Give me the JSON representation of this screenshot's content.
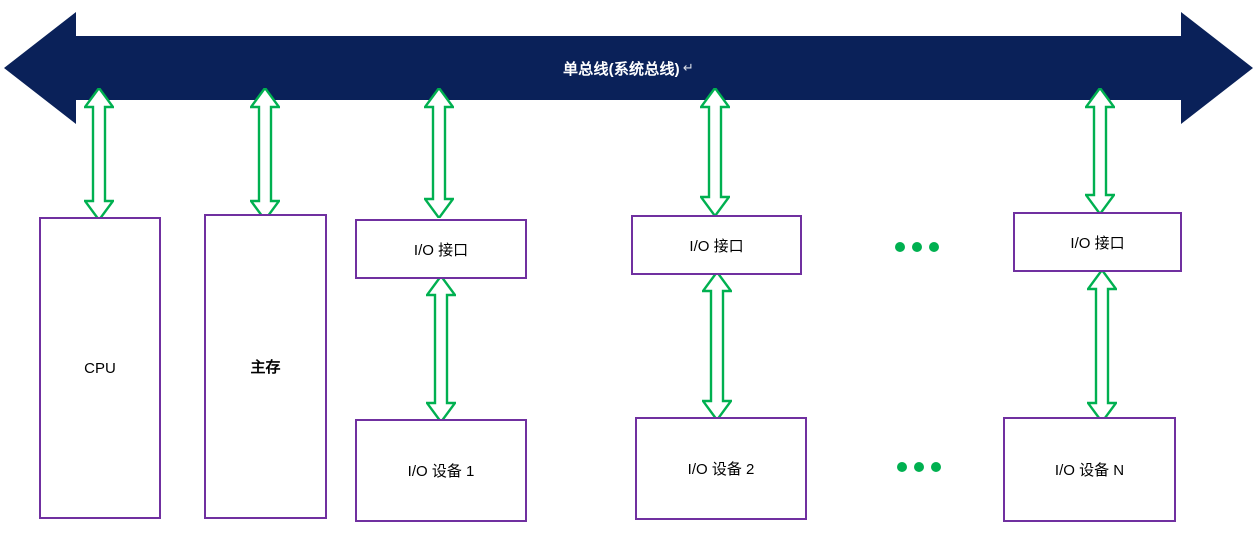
{
  "bus": {
    "label": "单总线(系统总线)",
    "paragraph_mark": "↵",
    "fill_color": "#0A2159",
    "text_color": "#FFFFFF"
  },
  "colors": {
    "box_border": "#7030A0",
    "box_fill": "#FFFFFF",
    "arrow_stroke": "#00B050",
    "arrow_fill": "#FFFFFF",
    "ellipsis": "#00B050",
    "text": "#000000"
  },
  "components": {
    "cpu": {
      "label": "CPU"
    },
    "main_memory": {
      "label": "主存"
    },
    "io_interfaces": [
      {
        "label": "I/O 接口"
      },
      {
        "label": "I/O 接口"
      },
      {
        "label": "I/O 接口"
      }
    ],
    "io_devices": [
      {
        "label": "I/O 设备 1"
      },
      {
        "label": "I/O 设备 2"
      },
      {
        "label": "I/O 设备 N"
      }
    ]
  },
  "ellipses": {
    "interface_row": "•••",
    "device_row": "•••"
  }
}
